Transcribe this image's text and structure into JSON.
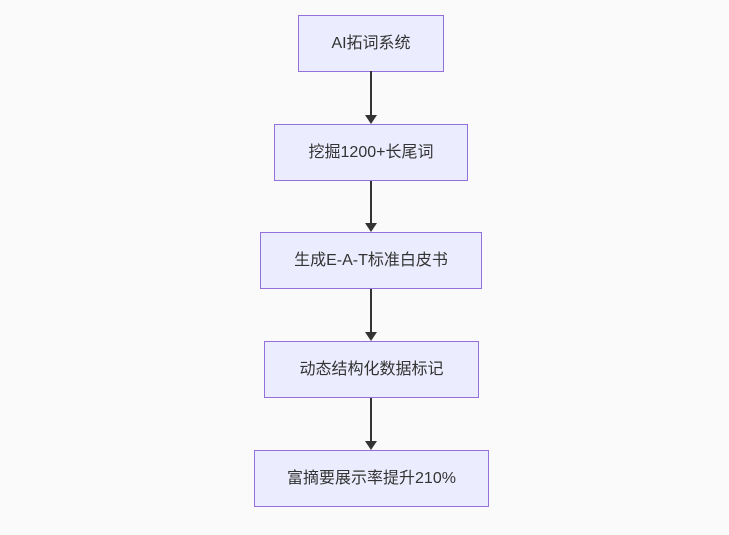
{
  "diagram": {
    "type": "flowchart",
    "direction": "top-down",
    "nodes": [
      {
        "label": "AI拓词系统"
      },
      {
        "label": "挖掘1200+长尾词"
      },
      {
        "label": "生成E-A-T标准白皮书"
      },
      {
        "label": "动态结构化数据标记"
      },
      {
        "label": "富摘要展示率提升210%"
      }
    ],
    "edges": [
      {
        "from": "AI拓词系统",
        "to": "挖掘1200+长尾词"
      },
      {
        "from": "挖掘1200+长尾词",
        "to": "生成E-A-T标准白皮书"
      },
      {
        "from": "生成E-A-T标准白皮书",
        "to": "动态结构化数据标记"
      },
      {
        "from": "动态结构化数据标记",
        "to": "富摘要展示率提升210%"
      }
    ],
    "colors": {
      "background": "#FAFAFA",
      "node_fill": "#ECECFF",
      "node_border": "#9370DB",
      "text": "#333333",
      "arrow": "#333333"
    }
  }
}
